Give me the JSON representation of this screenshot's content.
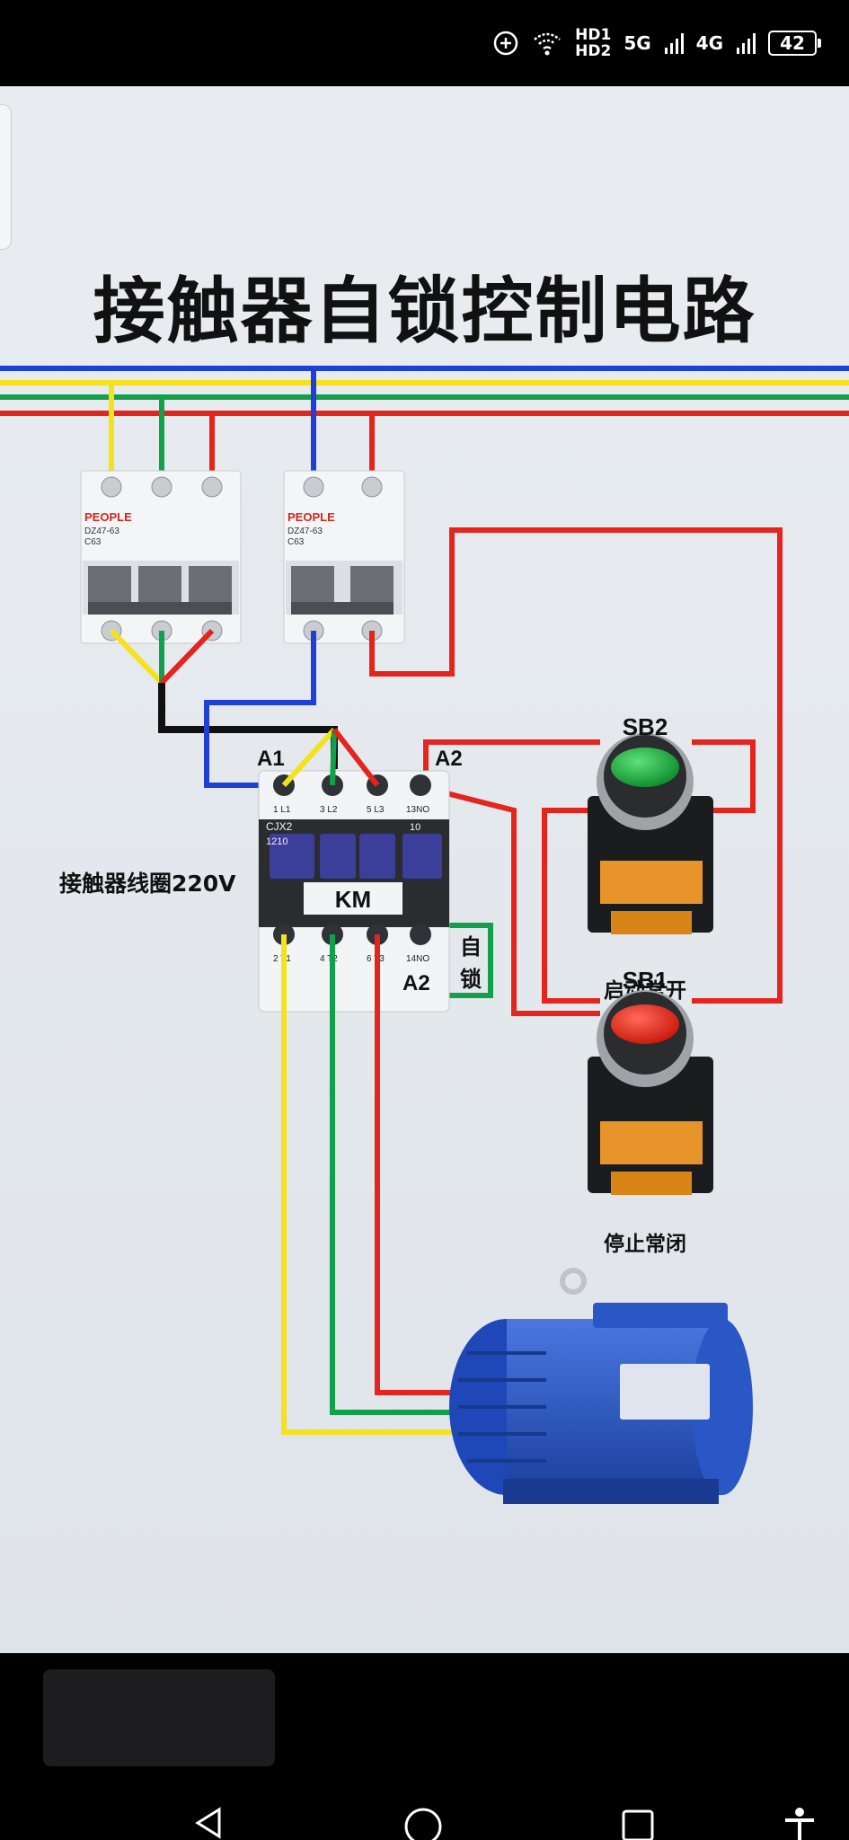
{
  "status_bar": {
    "hd_top": "HD1",
    "hd_bottom": "HD2",
    "net1": "5G",
    "net2": "4G",
    "battery": "42"
  },
  "diagram": {
    "title": "接触器自锁控制电路",
    "breaker_brand": "PEOPLE",
    "breaker1_model": "DZ47-63",
    "breaker1_rating": "C63",
    "breaker2_model": "DZ47-63",
    "breaker2_rating": "C63",
    "contactor_model": "CJX2",
    "contactor_sub": "1210",
    "contactor_ten": "10",
    "contactor_label": "KM",
    "coil_label": "接触器线圈220V",
    "a1_label": "A1",
    "a2_label_top": "A2",
    "a2_label_bottom": "A2",
    "term_1": "1 L1",
    "term_3": "3 L2",
    "term_5": "5 L3",
    "term_13": "13NO",
    "term_2": "2 T1",
    "term_4": "4 T2",
    "term_6": "6 T3",
    "term_14": "14NO",
    "self_lock_1": "自",
    "self_lock_2": "锁",
    "sb2_label": "SB2",
    "sb2_desc": "启动常开",
    "sb1_label": "SB1",
    "sb1_desc": "停止常闭",
    "colors": {
      "blue": "#1f3fd6",
      "yellow": "#f4e21c",
      "green": "#12a04a",
      "red": "#e5241e",
      "black": "#111111"
    }
  }
}
